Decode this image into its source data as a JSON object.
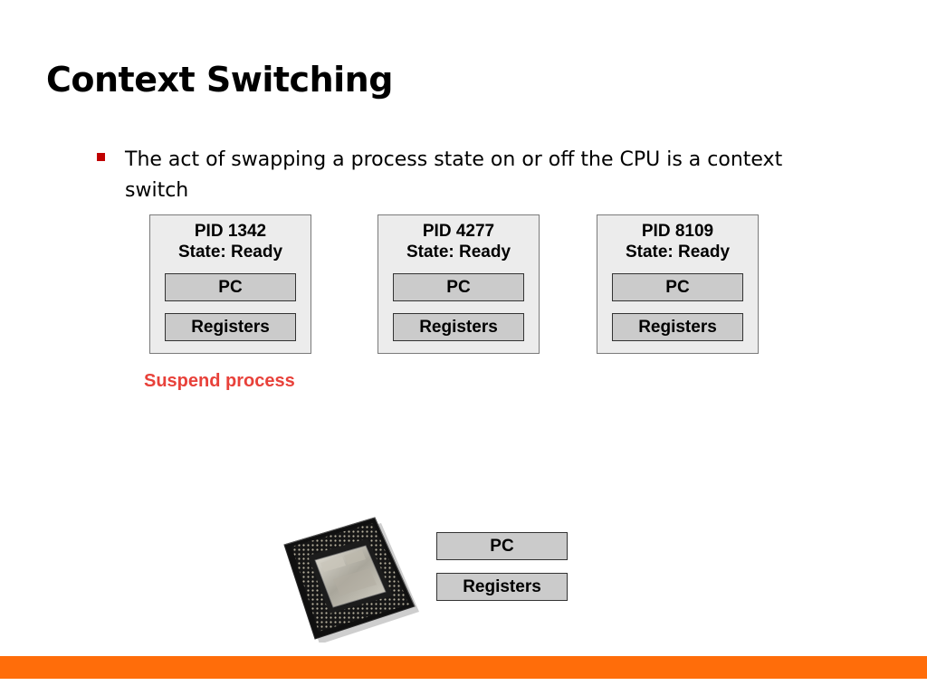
{
  "slide": {
    "title": "Context Switching",
    "bullet": "The act of swapping a process state on or off the CPU is a context switch",
    "pcbs": [
      {
        "pid": "PID 1342",
        "state": "State: Ready",
        "pc": "PC",
        "registers": "Registers"
      },
      {
        "pid": "PID 4277",
        "state": "State: Ready",
        "pc": "PC",
        "registers": "Registers"
      },
      {
        "pid": "PID 8109",
        "state": "State: Ready",
        "pc": "PC",
        "registers": "Registers"
      }
    ],
    "action_label": "Suspend process",
    "cpu": {
      "pc": "PC",
      "registers": "Registers",
      "icon": "cpu-chip-icon"
    }
  },
  "colors": {
    "accent_bar": "#ff6d0a",
    "bullet_marker": "#c00000",
    "action_label": "#e8413a",
    "pcb_fill": "#ececec",
    "register_fill": "#cbcbcb"
  }
}
